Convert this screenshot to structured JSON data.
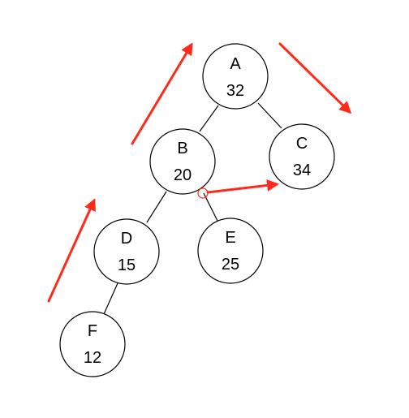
{
  "diagram": {
    "nodes": [
      {
        "id": "A",
        "label": "A",
        "value": "32"
      },
      {
        "id": "B",
        "label": "B",
        "value": "20"
      },
      {
        "id": "C",
        "label": "C",
        "value": "34"
      },
      {
        "id": "D",
        "label": "D",
        "value": "15"
      },
      {
        "id": "E",
        "label": "E",
        "value": "25"
      },
      {
        "id": "F",
        "label": "F",
        "value": "12"
      }
    ],
    "edges": [
      {
        "from": "A",
        "to": "B"
      },
      {
        "from": "A",
        "to": "C"
      },
      {
        "from": "B",
        "to": "D"
      },
      {
        "from": "B",
        "to": "E"
      },
      {
        "from": "D",
        "to": "F"
      }
    ],
    "arrow_color": "#ff2a1a",
    "marker_color": "#ff2a1a"
  }
}
